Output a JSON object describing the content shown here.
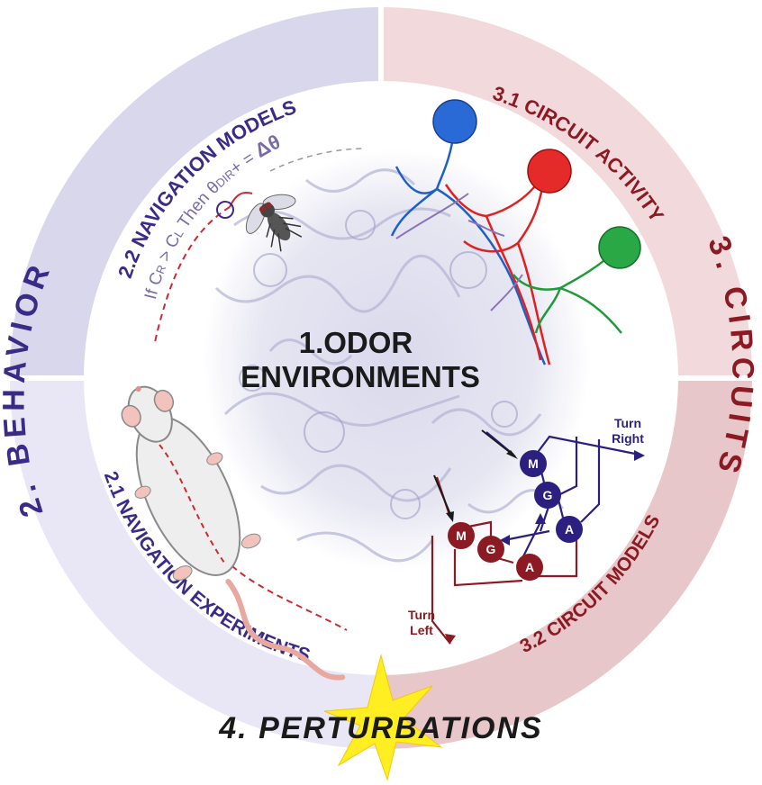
{
  "center": {
    "line1": "1.ODOR",
    "line2": "ENVIRONMENTS"
  },
  "behavior": {
    "title": "2. BEHAVIOR",
    "navigation_models": "2.2 NAVIGATION MODELS",
    "navigation_experiments": "2.1 NAVIGATION EXPERIMENTS",
    "rule": {
      "if": "If C",
      "sub_r": "R",
      "gt": " > C",
      "sub_l": "L",
      "then": " Then θ",
      "sub_dir": "DIR",
      "plus_eq": "+ = ",
      "delta": "Δθ"
    }
  },
  "circuits": {
    "title": "3. CIRCUITS",
    "activity": "3.1 CIRCUIT ACTIVITY",
    "models": "3.2 CIRCUIT MODELS",
    "right_nodes": [
      "M",
      "G",
      "A"
    ],
    "left_nodes": [
      "M",
      "G",
      "A"
    ],
    "turn_right": [
      "Turn",
      "Right"
    ],
    "turn_left": [
      "Turn",
      "Left"
    ]
  },
  "perturbations": "4. PERTURBATIONS",
  "colors": {
    "behavior_dark": "#d9d7ec",
    "behavior_light": "#e9e7f5",
    "circuits_dark": "#e8c7cb",
    "circuits_light": "#f2dadc",
    "behavior_text": "#3a2b86",
    "circuits_text": "#8b1a22",
    "center_text": "#1a1a1a",
    "star": "#ffee22"
  }
}
